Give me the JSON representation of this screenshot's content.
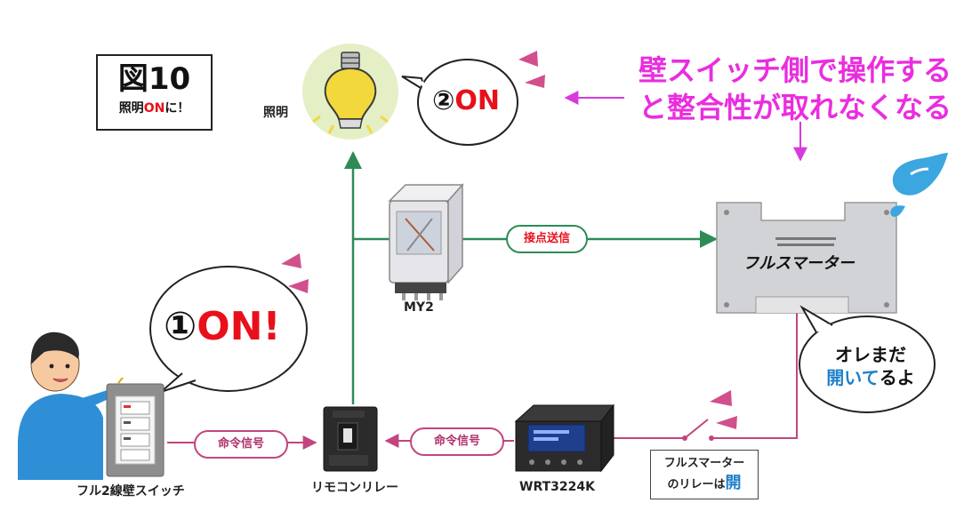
{
  "figure": {
    "title": "図10",
    "subtitle_prefix": "照明",
    "subtitle_on": "ON",
    "subtitle_suffix": "に！"
  },
  "labels": {
    "lighting": "照明",
    "relay_my2": "MY2",
    "wall_switch": "フル2線壁スイッチ",
    "remote_relay": "リモコンリレー",
    "wrt": "WRT3224K"
  },
  "bubbles": {
    "step2_num": "②",
    "step2_text": "ON",
    "step1_num": "①",
    "step1_text": "ON!"
  },
  "warning": {
    "line1": "壁スイッチ側で操作する",
    "line2": "と整合性が取れなくなる"
  },
  "signals": {
    "contact_send": "接点送信",
    "command_signal_1": "命令信号",
    "command_signal_2": "命令信号"
  },
  "device_logo": "フルスマーター",
  "speech": {
    "line1": "オレまだ",
    "open_part1": "開い",
    "open_part2": "て",
    "rest": "るよ"
  },
  "note": {
    "line1": "フルスマーター",
    "line2_prefix": "のリレーは",
    "line2_open": "開"
  },
  "colors": {
    "green_line": "#2e8b57",
    "pink_line": "#c2457f",
    "magenta_text": "#ea2ddf",
    "red": "#e8101b",
    "blue": "#1e7fc9"
  }
}
